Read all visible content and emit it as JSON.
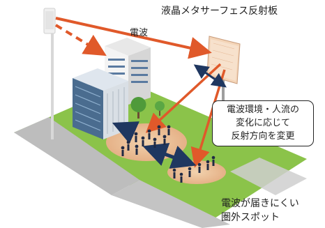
{
  "labels": {
    "radio_wave": "電波",
    "lcm_reflector": "液晶メタサーフェス反射板",
    "callout_lines": [
      "電波環境・人流の",
      "変化に応じて",
      "反射方向を変更"
    ],
    "out_of_area_lines": [
      "電波が届きにくい",
      "圏外スポット"
    ]
  },
  "colors": {
    "wave_arrow": "#e0592a",
    "ground": "#8bc34a",
    "road": "#b9b9b9",
    "coverage_zone": "#f3c9a6",
    "building": "#4a6c8f",
    "crowd_arrow": "#1f3760",
    "reflector_panel": "#f4d5b8"
  },
  "icons": [
    "base-station-icon",
    "office-building-icon",
    "tree-icon",
    "person-icon",
    "double-arrow-icon"
  ]
}
